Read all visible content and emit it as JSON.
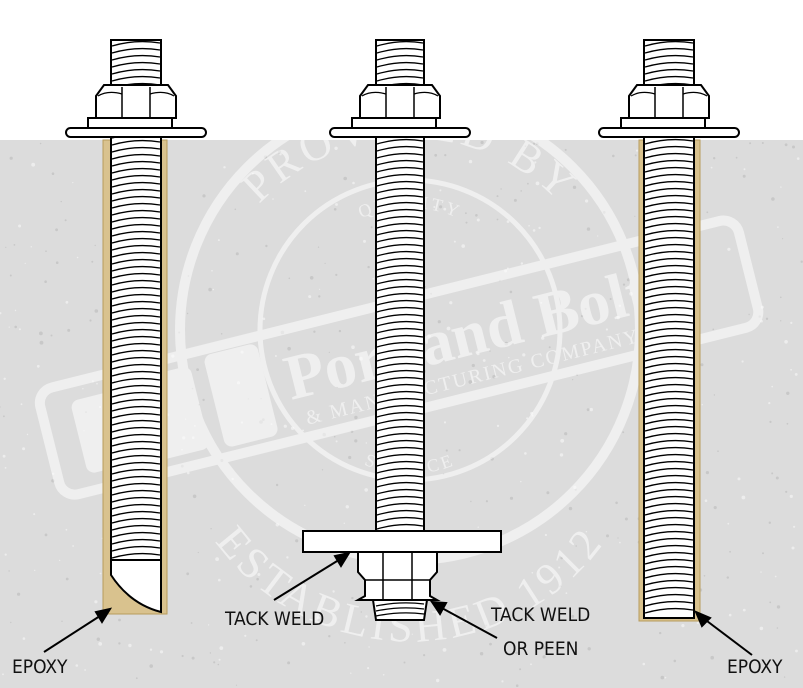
{
  "labels": {
    "epoxy_left": "EPOXY",
    "tack_weld": "TACK WELD",
    "tack_weld_or_peen_line1": "TACK WELD",
    "tack_weld_or_peen_line2": "OR PEEN",
    "epoxy_right": "EPOXY"
  },
  "watermark": {
    "top_arc": "PROVIDED BY",
    "quality": "QUALITY",
    "brand": "Portland Bolt",
    "sub": "& MANUFACTURING COMPANY",
    "service": "SERVICE",
    "established": "ESTABLISHED 1912"
  },
  "colors": {
    "concrete": "#dcdcdc",
    "epoxy": "#d9c28e",
    "steel": "#ffffff",
    "outline": "#000000",
    "watermark": "#ffffff"
  },
  "icons": {
    "bolt_head": "hex-nut-icon",
    "leader": "arrow-leader-icon",
    "logo": "portland-bolt-logo-icon"
  }
}
